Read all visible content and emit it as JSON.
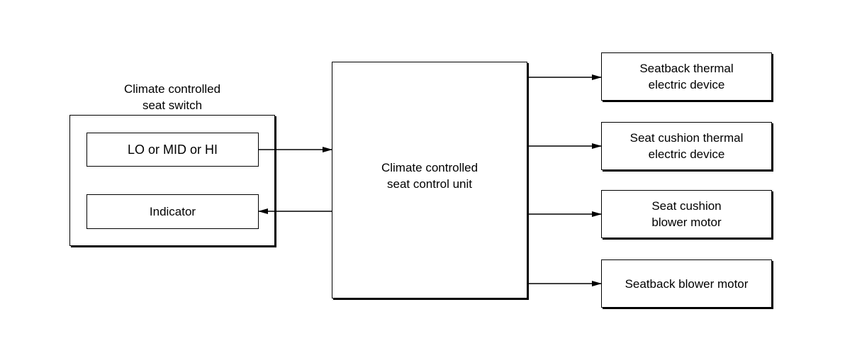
{
  "switch_group": {
    "title": "Climate controlled\nseat switch",
    "mode_label": "LO or MID or HI",
    "indicator_label": "Indicator"
  },
  "control_unit": {
    "label": "Climate controlled\nseat control unit"
  },
  "outputs": [
    {
      "label": "Seatback thermal\nelectric device"
    },
    {
      "label": "Seat cushion thermal\nelectric device"
    },
    {
      "label": "Seat cushion\nblower motor"
    },
    {
      "label": "Seatback blower motor"
    }
  ]
}
